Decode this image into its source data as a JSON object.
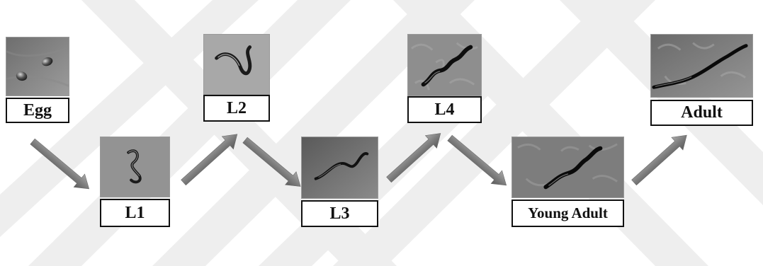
{
  "diagram": {
    "stages": [
      {
        "id": "egg",
        "label": "Egg"
      },
      {
        "id": "l1",
        "label": "L1"
      },
      {
        "id": "l2",
        "label": "L2"
      },
      {
        "id": "l3",
        "label": "L3"
      },
      {
        "id": "l4",
        "label": "L4"
      },
      {
        "id": "young-adult",
        "label": "Young Adult"
      },
      {
        "id": "adult",
        "label": "Adult"
      }
    ],
    "colors": {
      "background": "#ffffff",
      "watermark": "#eeeeee",
      "arrow": "#858585",
      "label_border": "#111111"
    }
  }
}
